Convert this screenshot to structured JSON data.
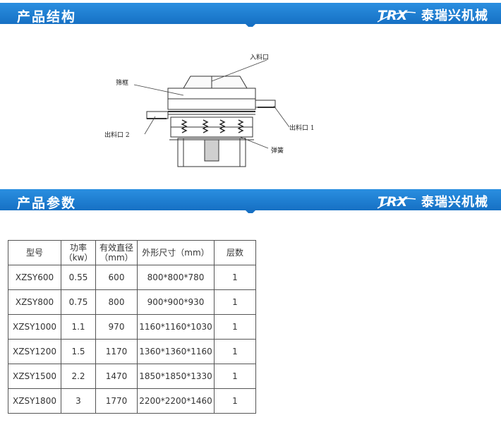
{
  "sections": {
    "structure_title": "产品结构",
    "params_title": "产品参数"
  },
  "brand": {
    "name": "泰瑞兴机械",
    "logo_text": "TRX",
    "banner_color": "#1a7fd4"
  },
  "diagram": {
    "labels": {
      "inlet": "入料口",
      "frame": "筛框",
      "outlet1": "出料口 1",
      "outlet2": "出料口 2",
      "spring": "弹簧"
    }
  },
  "table": {
    "headers": {
      "model": "型号",
      "power_line1": "功率",
      "power_line2": "（kw）",
      "diameter_line1": "有效直径",
      "diameter_line2": "（mm）",
      "size": "外形尺寸（mm）",
      "layers": "层数"
    },
    "rows": [
      {
        "model": "XZSY600",
        "power": "0.55",
        "diameter": "600",
        "size": "800*800*780",
        "layers": "1"
      },
      {
        "model": "XZSY800",
        "power": "0.75",
        "diameter": "800",
        "size": "900*900*930",
        "layers": "1"
      },
      {
        "model": "XZSY1000",
        "power": "1.1",
        "diameter": "970",
        "size": "1160*1160*1030",
        "layers": "1"
      },
      {
        "model": "XZSY1200",
        "power": "1.5",
        "diameter": "1170",
        "size": "1360*1360*1160",
        "layers": "1"
      },
      {
        "model": "XZSY1500",
        "power": "2.2",
        "diameter": "1470",
        "size": "1850*1850*1330",
        "layers": "1"
      },
      {
        "model": "XZSY1800",
        "power": "3",
        "diameter": "1770",
        "size": "2200*2200*1460",
        "layers": "1"
      }
    ]
  }
}
